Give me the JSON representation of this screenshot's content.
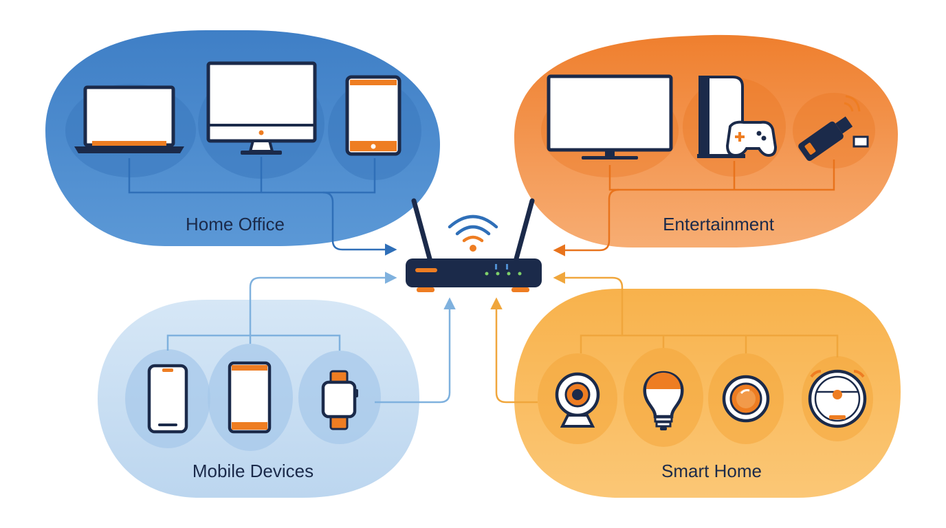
{
  "groups": {
    "home_office": {
      "label": "Home Office",
      "devices": [
        "laptop-icon",
        "desktop-monitor-icon",
        "tablet-icon"
      ]
    },
    "entertainment": {
      "label": "Entertainment",
      "devices": [
        "tv-icon",
        "game-console-icon",
        "streaming-stick-icon"
      ]
    },
    "mobile_devices": {
      "label": "Mobile Devices",
      "devices": [
        "smartphone-icon",
        "phone-icon",
        "smartwatch-icon"
      ]
    },
    "smart_home": {
      "label": "Smart Home",
      "devices": [
        "security-camera-icon",
        "smart-bulb-icon",
        "smart-speaker-icon",
        "robot-vacuum-icon"
      ]
    }
  },
  "center": {
    "device": "wifi-router-icon"
  },
  "colors": {
    "home_office": "#4f8ed0",
    "entertainment": "#f28c3c",
    "mobile_devices": "#c9dff3",
    "smart_home": "#f9bf5e",
    "navy": "#1b2a4a",
    "orange": "#ee7d22"
  }
}
